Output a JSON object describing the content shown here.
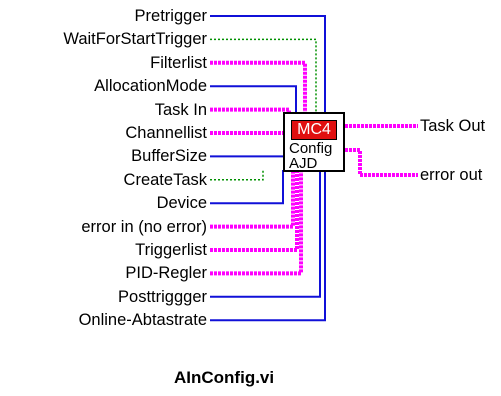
{
  "vi_name": "AInConfig.vi",
  "icon": {
    "badge": "MC4",
    "line1": "Config",
    "line2": "AJD"
  },
  "colors": {
    "scalar_wire": "#1010d8",
    "boolean_wire": "#009000",
    "cluster_wire": "#ff00ff",
    "icon_badge": "#e01010"
  },
  "inputs": [
    {
      "label": "Pretrigger",
      "wire": "scalar"
    },
    {
      "label": "WaitForStartTrigger",
      "wire": "boolean"
    },
    {
      "label": "Filterlist",
      "wire": "cluster"
    },
    {
      "label": "AllocationMode",
      "wire": "scalar"
    },
    {
      "label": "Task In",
      "wire": "cluster"
    },
    {
      "label": "Channellist",
      "wire": "cluster"
    },
    {
      "label": "BufferSize",
      "wire": "scalar"
    },
    {
      "label": "CreateTask",
      "wire": "boolean"
    },
    {
      "label": "Device",
      "wire": "scalar"
    },
    {
      "label": "error in (no error)",
      "wire": "cluster"
    },
    {
      "label": "Triggerlist",
      "wire": "cluster"
    },
    {
      "label": "PID-Regler",
      "wire": "cluster"
    },
    {
      "label": "Posttriggger",
      "wire": "scalar"
    },
    {
      "label": "Online-Abtastrate",
      "wire": "scalar"
    }
  ],
  "outputs": [
    {
      "label": "Task Out",
      "wire": "cluster"
    },
    {
      "label": "error out",
      "wire": "cluster"
    }
  ]
}
